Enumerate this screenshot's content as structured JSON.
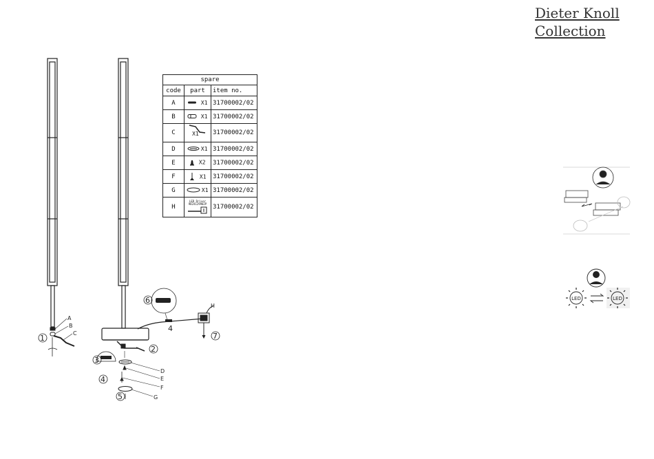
{
  "brand": {
    "line1": "Dieter Knoll",
    "line2": "Collection"
  },
  "spare_table": {
    "title": "spare",
    "headers": {
      "code": "code",
      "part": "part",
      "item": "item no."
    },
    "rows": [
      {
        "code": "A",
        "qty": "X1",
        "item": "31700002/02",
        "icon": "bar-part-icon"
      },
      {
        "code": "B",
        "qty": "X1",
        "item": "31700002/02",
        "icon": "cylinder-part-icon"
      },
      {
        "code": "C",
        "qty": "X1",
        "item": "31700002/02",
        "icon": "cable-part-icon"
      },
      {
        "code": "D",
        "qty": "X1",
        "item": "31700002/02",
        "icon": "oval-plate-part-icon"
      },
      {
        "code": "E",
        "qty": "X2",
        "item": "31700002/02",
        "icon": "screw-part-icon"
      },
      {
        "code": "F",
        "qty": "X1",
        "item": "31700002/02",
        "icon": "pin-part-icon"
      },
      {
        "code": "G",
        "qty": "X1",
        "item": "31700002/02",
        "icon": "ring-part-icon"
      },
      {
        "code": "H",
        "qty": "LED Driver 9824129902P",
        "item": "31700002/02",
        "icon": "adapter-part-icon"
      }
    ]
  },
  "diagram_labels": {
    "part_a": "A",
    "part_b": "B",
    "part_c": "C",
    "part_d": "D",
    "part_e": "E",
    "part_f": "F",
    "part_g": "G",
    "part_h": "H",
    "step1": "1",
    "step2": "2",
    "step3": "3",
    "step4": "4",
    "step5": "5",
    "step6": "6",
    "step7": "7",
    "callout4": "4"
  },
  "led_badge": {
    "left": "LED",
    "right": "LED"
  }
}
